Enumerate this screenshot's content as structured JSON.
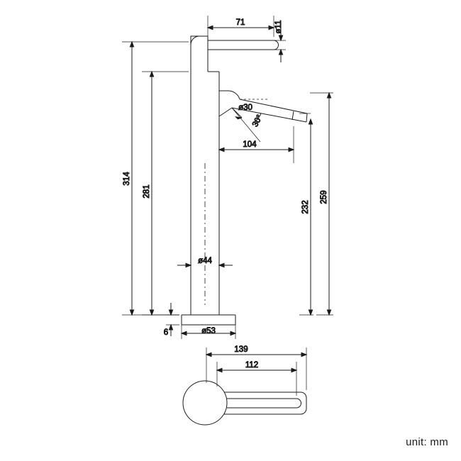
{
  "title": "Faucet technical dimension drawing",
  "unit_note": "unit: mm",
  "dimensions": {
    "spout_length_top": "71",
    "spout_diameter": "ø11",
    "handle_base_diameter": "ø30",
    "handle_angle": "30°",
    "spout_reach": "104",
    "total_height": "314",
    "body_height": "281",
    "handle_top_height": "259",
    "spout_height": "232",
    "body_diameter": "ø44",
    "base_diameter": "ø53",
    "base_height": "6",
    "plan_overall": "139",
    "plan_inner": "112"
  },
  "colors": {
    "line": "#1a1a1a",
    "background": "#ffffff"
  }
}
